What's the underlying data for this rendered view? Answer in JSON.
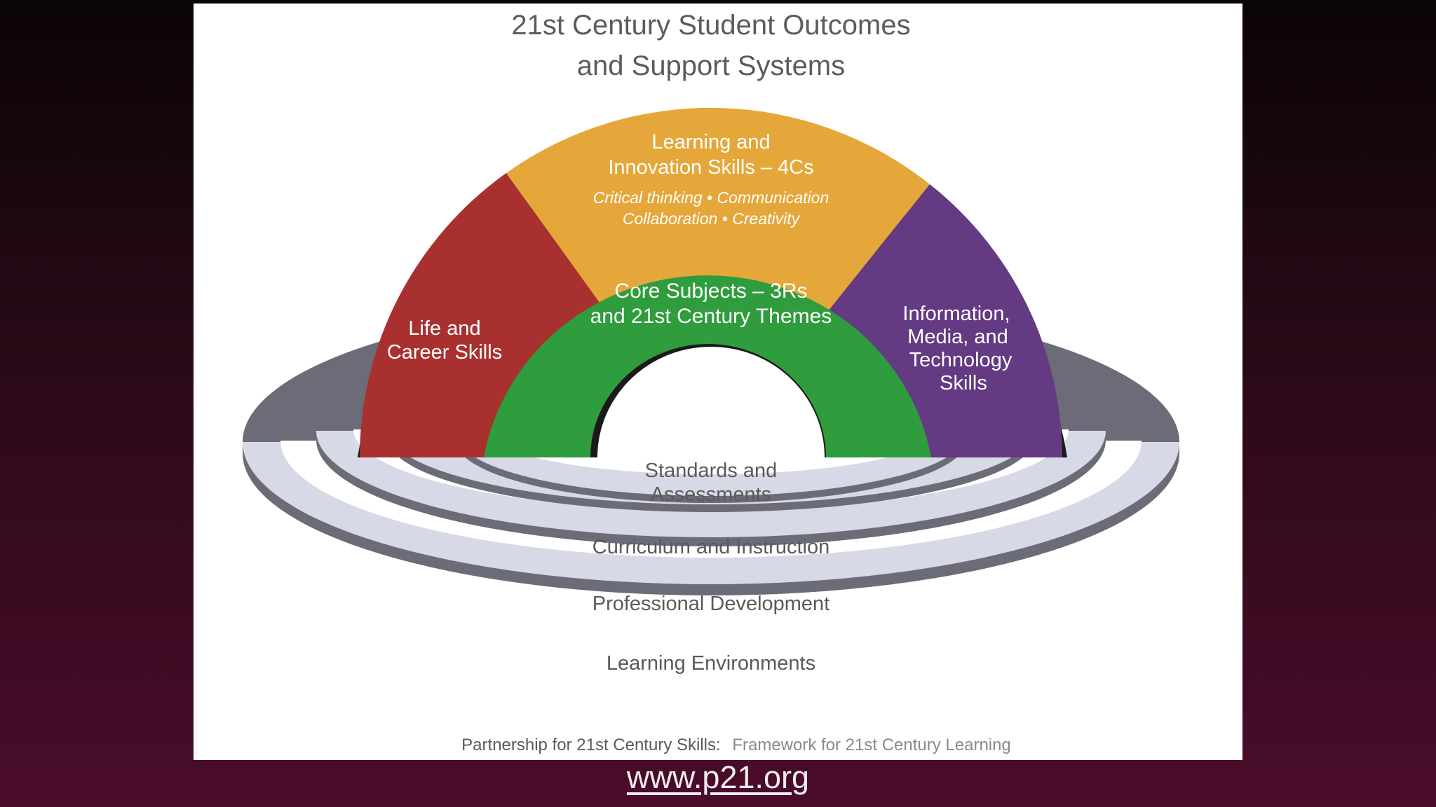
{
  "title": {
    "line1": "21st Century Student Outcomes",
    "line2": "and Support Systems"
  },
  "arches": {
    "learning_innovation": {
      "line1": "Learning and",
      "line2": "Innovation Skills – 4Cs",
      "sub1": "Critical thinking • Communication",
      "sub2": "Collaboration • Creativity"
    },
    "life_career": {
      "line1": "Life and",
      "line2": "Career Skills"
    },
    "information_media": {
      "line1": "Information,",
      "line2": "Media, and",
      "line3": "Technology",
      "line4": "Skills"
    },
    "core_subjects": {
      "line1": "Core Subjects – 3Rs",
      "line2": "and 21st Century Themes"
    }
  },
  "support_systems": {
    "standards": {
      "line1": "Standards and",
      "line2": "Assessments"
    },
    "curriculum": "Curriculum and Instruction",
    "professional": "Professional Development",
    "environments": "Learning Environments"
  },
  "footer": {
    "partnership": "Partnership for 21st Century Skills:",
    "framework": "Framework for 21st Century Learning"
  },
  "link": "www.p21.org",
  "colors": {
    "gold": "#e5a73a",
    "red": "#a8312f",
    "purple": "#643a82",
    "green": "#2f9c3d",
    "ring": "#d8d9e6",
    "ring_edge": "#6c6c78",
    "title_text": "#5a5a5a"
  }
}
